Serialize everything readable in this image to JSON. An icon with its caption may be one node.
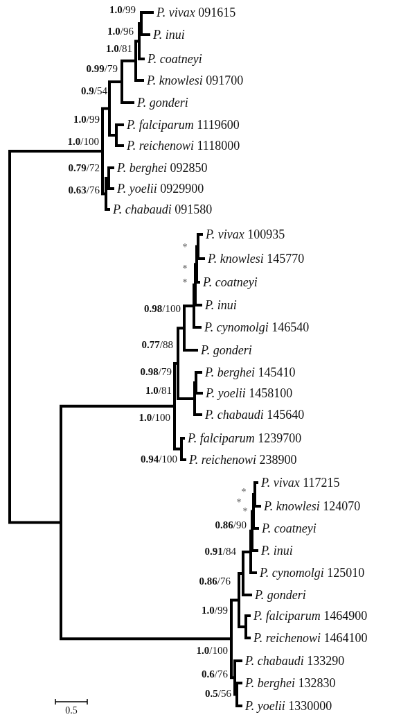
{
  "diagram": {
    "labels": [
      "**1.0**/99",
      "*P. vivax* 091615",
      "**1.0**/96",
      "*P. inui*",
      "**1.0**/81",
      "*P. coatneyi*",
      "**0.99**/79",
      "*P. knowlesi* 091700",
      "**0.9**/54",
      "*P. gonderi*",
      "**1.0**/99",
      "*P. falciparum* 1119600",
      "**1.0**/100",
      "*P. reichenowi* 1118000",
      "**0.79**/72",
      "*P. berghei* 092850",
      "*P. yoelii* 0929900",
      "**0.63**/76",
      "*P. chabaudi* 091580",
      "*P. vivax* 100935",
      "*",
      "*P. knowlesi* 145770",
      "*",
      "*P. coatneyi*",
      "*",
      "**0.98**/100",
      "*P. inui*",
      "*P. cynomolgi* 146540",
      "**0.77**/88",
      "*P. gonderi*",
      "**0.98**/79",
      "*P. berghei* 145410",
      "**1.0**/81",
      "*P. yoelii* 1458100",
      "**1.0**/100",
      "*P. chabaudi* 145640",
      "*P. falciparum* 1239700",
      "**0.94**/100",
      "*P. reichenowi* 238900",
      "*P. vivax* 117215",
      "*",
      "*",
      "*P. knowlesi* 124070",
      "*",
      "**0.86**/90",
      "*P. coatneyi*",
      "**0.91**/84",
      "*P. inui*",
      "*P. cynomolgi* 125010",
      "**0.86**/76",
      "*P. gonderi*",
      "**1.0**/99",
      "*P. falciparum* 1464900",
      "*P. reichenowi* 1464100",
      "**1.0**/100",
      "*P. chabaudi* 133290",
      "**0.6**/76",
      "*P. berghei* 132830",
      "**0.5**/56",
      "*P. yoelii* 1330000",
      "0.5"
    ]
  }
}
